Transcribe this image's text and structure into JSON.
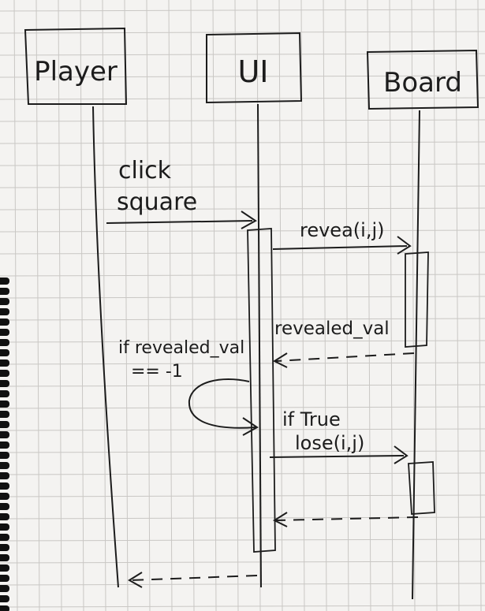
{
  "diagram": {
    "participants": [
      {
        "id": "player",
        "label": "Player"
      },
      {
        "id": "ui",
        "label": "UI"
      },
      {
        "id": "board",
        "label": "Board"
      }
    ],
    "messages": [
      {
        "from": "player",
        "to": "ui",
        "kind": "call",
        "label": [
          "click",
          "square"
        ]
      },
      {
        "from": "ui",
        "to": "board",
        "kind": "call",
        "label": [
          "revea(i,j)"
        ]
      },
      {
        "from": "board",
        "to": "ui",
        "kind": "return",
        "label": [
          "revealed_val"
        ]
      },
      {
        "from": "ui",
        "to": "ui",
        "kind": "self",
        "label": [
          "if revealed_val",
          "== -1"
        ]
      },
      {
        "from": "ui",
        "to": "board",
        "kind": "call",
        "label": [
          "if True",
          "lose(i,j)"
        ]
      },
      {
        "from": "board",
        "to": "ui",
        "kind": "return",
        "label": []
      },
      {
        "from": "ui",
        "to": "player",
        "kind": "return",
        "label": []
      }
    ]
  },
  "colors": {
    "paper": "#f4f3f1",
    "grid": "#c9c7c4",
    "ink": "#1c1c1c",
    "binding": "#111111"
  }
}
